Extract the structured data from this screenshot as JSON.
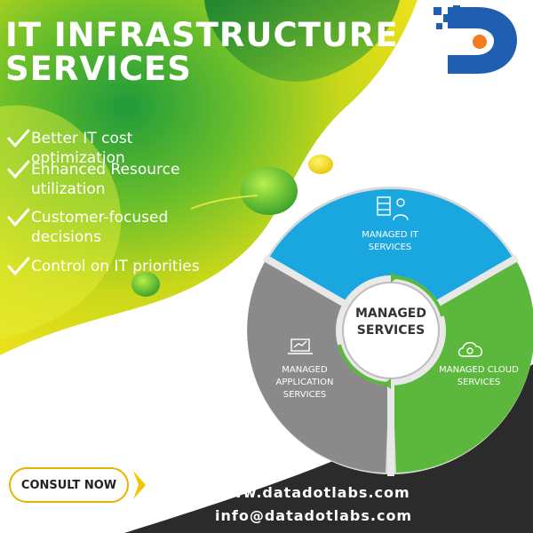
{
  "title": {
    "line1": "IT INFRASTRUCTURE",
    "line2": "SERVICES"
  },
  "benefits": [
    {
      "icon": "checkmark-icon",
      "text": "Better IT cost optimization"
    },
    {
      "icon": "checkmark-icon",
      "text": "Enhanced Resource utilization"
    },
    {
      "icon": "checkmark-icon",
      "text": "Customer-focused decisions"
    },
    {
      "icon": "checkmark-icon",
      "text": "Control on IT priorities"
    }
  ],
  "diagram": {
    "center": "MANAGED SERVICES",
    "segments": [
      {
        "label": "MANAGED IT SERVICES",
        "icon": "server-person-icon",
        "color": "#1aa7e0"
      },
      {
        "label": "MANAGED CLOUD SERVICES",
        "icon": "cloud-gear-icon",
        "color": "#5cb83c"
      },
      {
        "label": "MANAGED APPLICATION SERVICES",
        "icon": "laptop-chart-icon",
        "color": "#8a8a8a"
      }
    ]
  },
  "cta": {
    "label": "CONSULT NOW",
    "icon": "chevron-right-icon"
  },
  "contact": {
    "website": "www.datadotlabs.com",
    "email": "info@datadotlabs.com"
  },
  "logo": {
    "icon": "datadotlabs-logo-icon"
  },
  "colors": {
    "brand_blue": "#1f5eb0",
    "accent_orange": "#f47b20",
    "green": "#5cb83c",
    "yellow": "#f2e21a",
    "dark": "#2b2b2b"
  }
}
